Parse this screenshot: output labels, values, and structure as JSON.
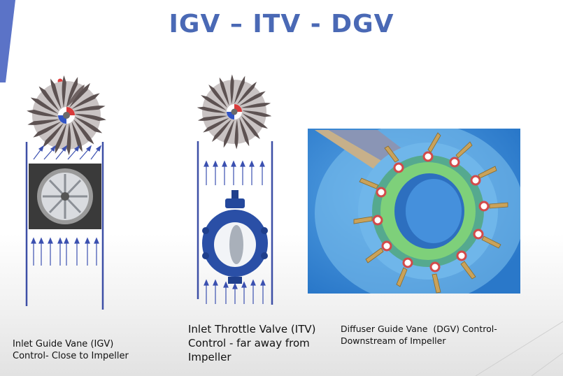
{
  "slide": {
    "title": "IGV – ITV - DGV",
    "captions": {
      "igv_line1": "Inlet Guide Vane (IGV)",
      "igv_line2": "Control- Close to Impeller",
      "itv_line1": "Inlet Throttle Valve (ITV)",
      "itv_line2": "Control - far away from",
      "itv_line3": "Impeller",
      "dgv_line1": "Diffuser Guide Vane  (DGV) Control-",
      "dgv_line2": "Downstream of Impeller"
    }
  },
  "colors": {
    "title": "#4a69b5",
    "accent_bar": "#5b73c7",
    "pipe_lines": "#3d4fa6",
    "flow_arrows": "#3b50b0",
    "dgv_background": "#3a8fd8"
  },
  "icons": [
    "impeller-icon",
    "guide-vane-photo",
    "butterfly-valve-icon",
    "diffuser-render"
  ]
}
